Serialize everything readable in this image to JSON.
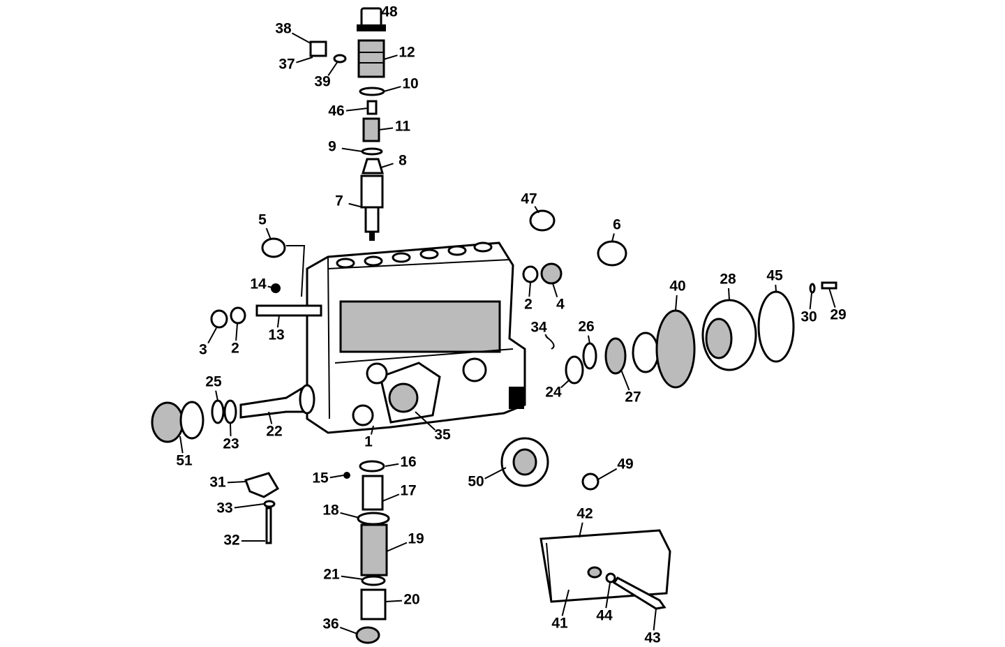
{
  "diagram": {
    "type": "exploded parts diagram",
    "labels": [
      "48",
      "38",
      "12",
      "37",
      "39",
      "10",
      "46",
      "11",
      "9",
      "8",
      "7",
      "47",
      "5",
      "6",
      "14",
      "40",
      "28",
      "45",
      "2",
      "4",
      "30",
      "29",
      "3",
      "2",
      "13",
      "34",
      "26",
      "24",
      "27",
      "25",
      "22",
      "23",
      "35",
      "1",
      "51",
      "16",
      "15",
      "50",
      "49",
      "31",
      "17",
      "42",
      "33",
      "18",
      "19",
      "32",
      "21",
      "20",
      "41",
      "44",
      "36",
      "43"
    ]
  }
}
